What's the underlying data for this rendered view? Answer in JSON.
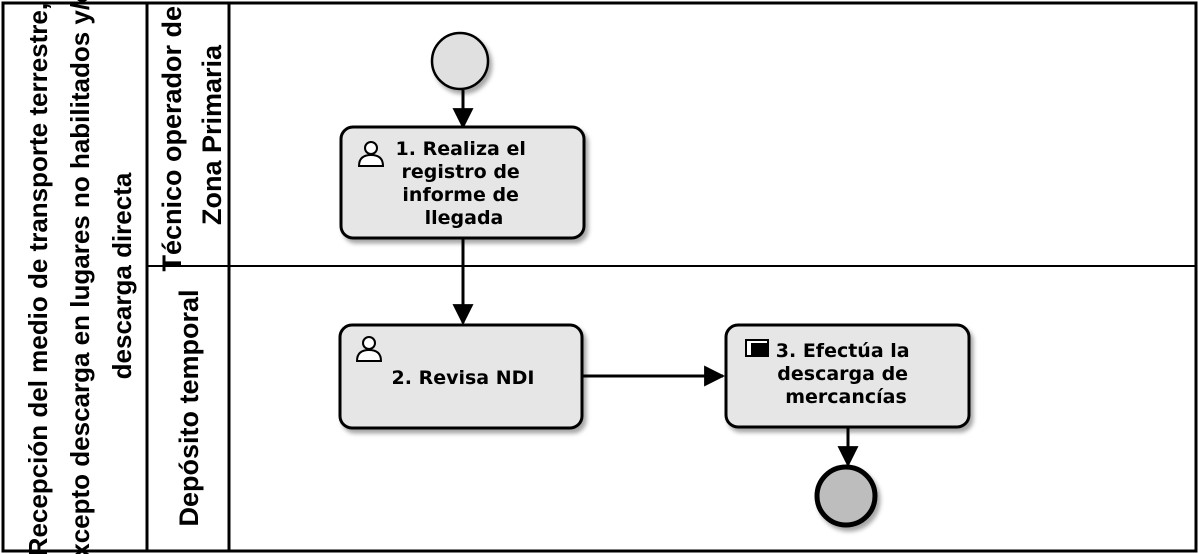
{
  "pool": {
    "label_lines": [
      "Recepción del medio de transporte terrestre,",
      "excepto descarga en lugares no habilitados y/o",
      "descarga directa"
    ]
  },
  "lanes": [
    {
      "id": "tecnico",
      "label_lines": [
        "Técnico operador de",
        "Zona Primaria"
      ]
    },
    {
      "id": "deposito",
      "label_lines": [
        "Depósito temporal"
      ]
    }
  ],
  "tasks": [
    {
      "id": "task-1",
      "type": "user-task",
      "icon": "user-icon",
      "label_lines": [
        "1. Realiza el",
        "registro de",
        "informe de",
        "llegada"
      ]
    },
    {
      "id": "task-2",
      "type": "user-task",
      "icon": "user-icon",
      "label_lines": [
        "2. Revisa NDI"
      ]
    },
    {
      "id": "task-3",
      "type": "service-task",
      "icon": "service-icon",
      "label_lines": [
        "3. Efectúa la",
        "descarga de",
        "mercancías"
      ]
    }
  ],
  "events": [
    {
      "id": "start-event",
      "type": "start"
    },
    {
      "id": "end-event",
      "type": "end"
    }
  ],
  "flows": [
    {
      "from": "start-event",
      "to": "task-1"
    },
    {
      "from": "task-1",
      "to": "task-2"
    },
    {
      "from": "task-2",
      "to": "task-3"
    },
    {
      "from": "task-3",
      "to": "end-event"
    }
  ],
  "colors": {
    "border": "#000000",
    "task_fill": "#e6e6e6",
    "event_fill": "#e0e0e0",
    "end_fill": "#bdbdbd"
  }
}
